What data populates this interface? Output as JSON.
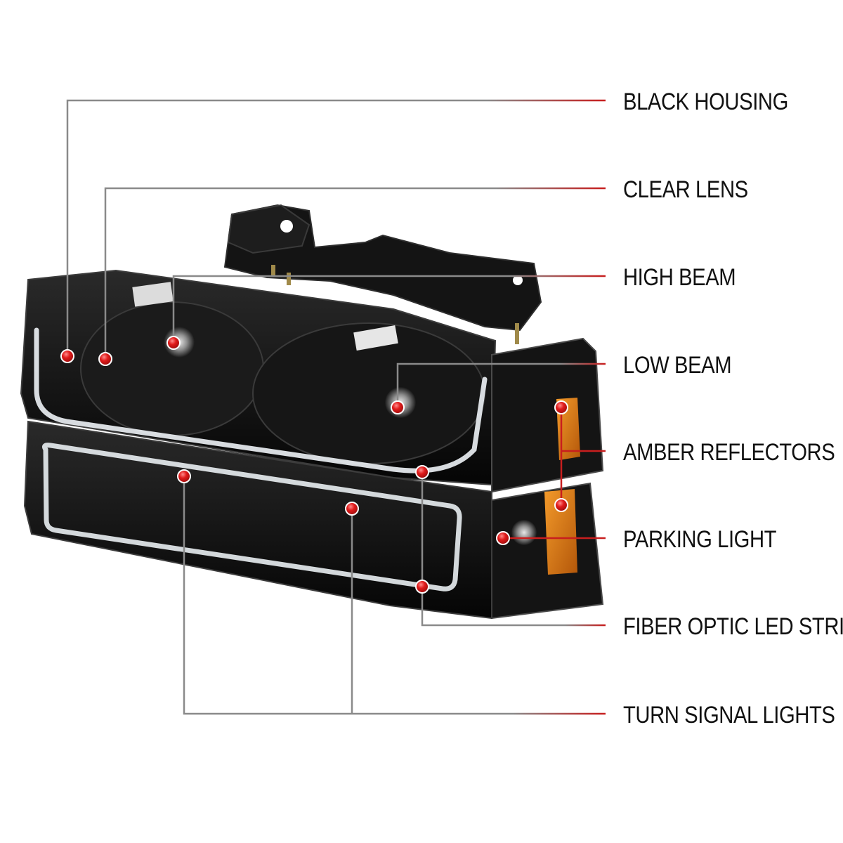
{
  "colors": {
    "leader_line": "#8a8a8a",
    "leader_line_accent": "#c81e1e",
    "marker_dot": "#e11b1b",
    "amber": "#e07b12",
    "housing_black": "#0d0d0d",
    "led_strip": "#e9eef2"
  },
  "callouts": [
    {
      "id": "black-housing",
      "label": "BLACK HOUSING"
    },
    {
      "id": "clear-lens",
      "label": "CLEAR LENS"
    },
    {
      "id": "high-beam",
      "label": "HIGH BEAM"
    },
    {
      "id": "low-beam",
      "label": "LOW BEAM"
    },
    {
      "id": "amber-reflectors",
      "label": "AMBER REFLECTORS"
    },
    {
      "id": "parking-light",
      "label": "PARKING LIGHT"
    },
    {
      "id": "fiber-optic-led-strips",
      "label": "FIBER OPTIC LED STRIPS"
    },
    {
      "id": "turn-signal-lights",
      "label": "TURN SIGNAL LIGHTS"
    }
  ]
}
